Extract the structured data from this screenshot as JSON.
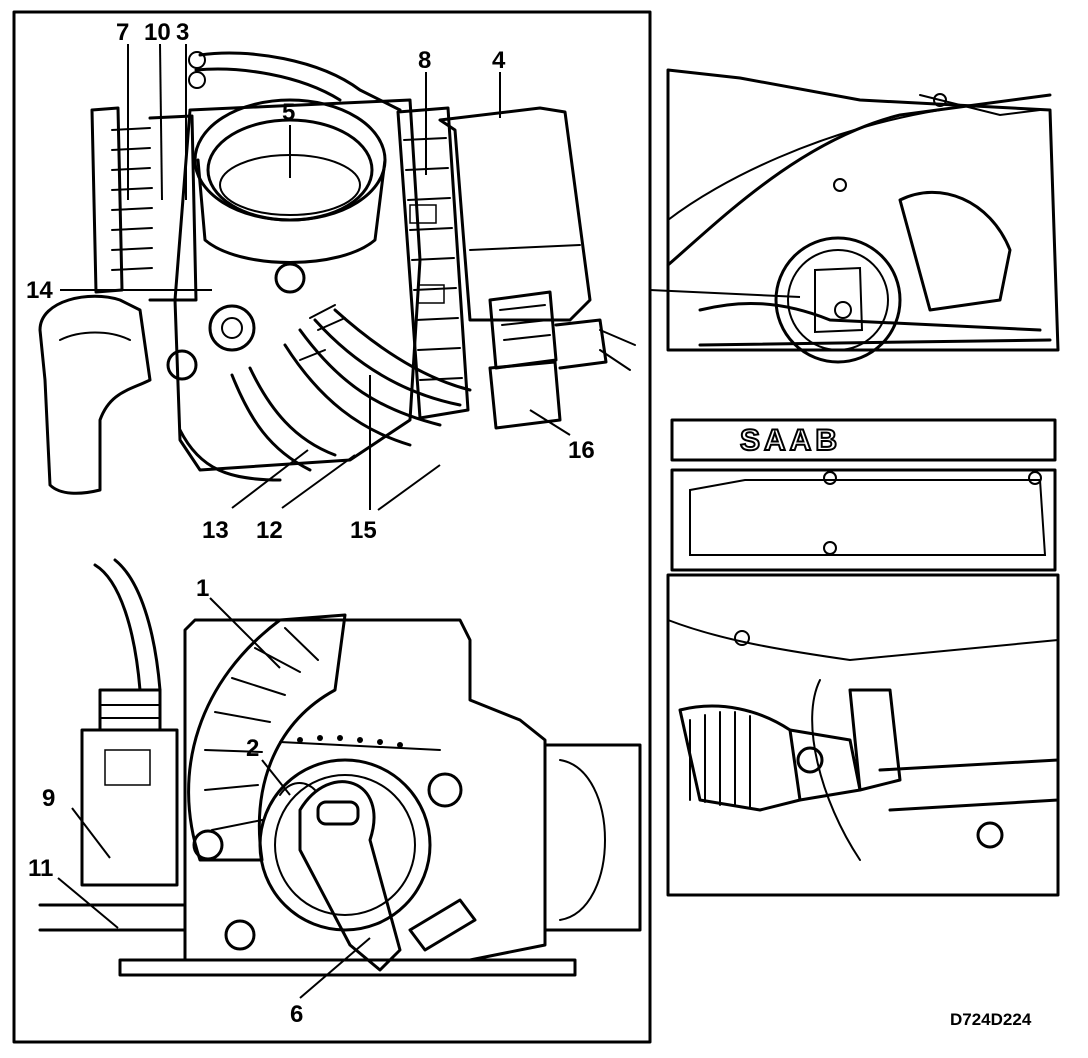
{
  "diagram": {
    "drawing_code": "D724D224",
    "brand_marking": "SAAB",
    "callouts": [
      "7",
      "10",
      "3",
      "8",
      "4",
      "5",
      "14",
      "13",
      "12",
      "15",
      "16",
      "1",
      "2",
      "9",
      "11",
      "6"
    ]
  }
}
